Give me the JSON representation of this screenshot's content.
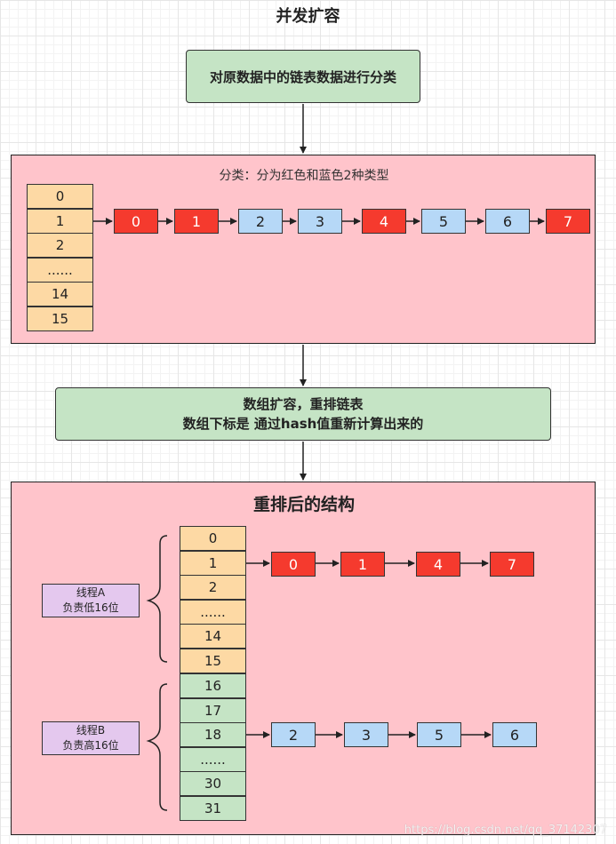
{
  "title": "并发扩容",
  "step1": {
    "text": "对原数据中的链表数据进行分类"
  },
  "panel1": {
    "label": "分类：分为红色和蓝色2种类型",
    "array": [
      "0",
      "1",
      "2",
      "......",
      "14",
      "15"
    ],
    "chain": [
      {
        "label": "0",
        "color": "red"
      },
      {
        "label": "1",
        "color": "red"
      },
      {
        "label": "2",
        "color": "blue"
      },
      {
        "label": "3",
        "color": "blue"
      },
      {
        "label": "4",
        "color": "red"
      },
      {
        "label": "5",
        "color": "blue"
      },
      {
        "label": "6",
        "color": "blue"
      },
      {
        "label": "7",
        "color": "red"
      }
    ]
  },
  "step2": {
    "line1": "数组扩容，重排链表",
    "line2": "数组下标是 通过hash值重新计算出来的"
  },
  "panel2": {
    "title": "重排后的结构",
    "array_low": [
      "0",
      "1",
      "2",
      "......",
      "14",
      "15"
    ],
    "array_high": [
      "16",
      "17",
      "18",
      "......",
      "30",
      "31"
    ],
    "chain_low": [
      "0",
      "1",
      "4",
      "7"
    ],
    "chain_high": [
      "2",
      "3",
      "5",
      "6"
    ],
    "thread_a": {
      "line1": "线程A",
      "line2": "负责低16位"
    },
    "thread_b": {
      "line1": "线程B",
      "line2": "负责高16位"
    }
  },
  "watermark": "https://blog.csdn.net/qq_37142307",
  "colors": {
    "red": "#f53a2e",
    "blue": "#b6d8f7",
    "orange": "#fdd9a4",
    "green": "#c5e4c5",
    "pink": "#ffc4cb",
    "purple": "#e4c8ee"
  }
}
